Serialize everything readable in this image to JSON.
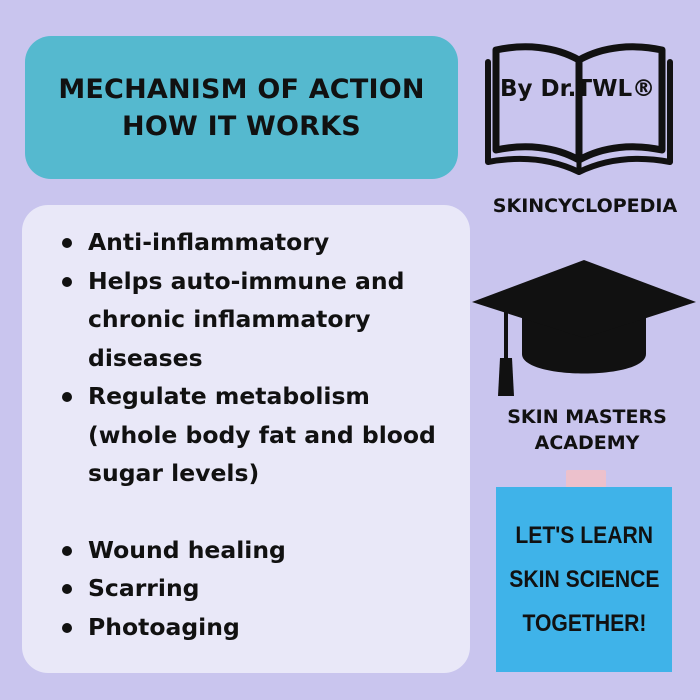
{
  "title": {
    "line1": "MECHANISM OF ACTION",
    "line2": "HOW IT WORKS"
  },
  "bullets_group1": [
    "Anti-inflammatory",
    "Helps auto-immune and chronic inflammatory diseases",
    "Regulate metabolism (whole body fat and blood sugar levels)"
  ],
  "bullets_group2": [
    "Wound healing",
    "Scarring",
    "Photoaging"
  ],
  "book": {
    "text": "By Dr.TWL®",
    "icon": "open-book-icon"
  },
  "skincyclopedia": "SKINCYCLOPEDIA",
  "academy": {
    "line1": "SKIN MASTERS",
    "line2": "ACADEMY",
    "icon": "graduation-cap-icon"
  },
  "sticky_note": {
    "line1": "LET'S LEARN",
    "line2": "SKIN SCIENCE",
    "line3": "TOGETHER!"
  },
  "colors": {
    "background": "#c9c5ee",
    "title_box": "#55b9cf",
    "content_box": "#e9e8f8",
    "sticky_note": "#3fb3e9",
    "tape": "#efc0c8"
  }
}
